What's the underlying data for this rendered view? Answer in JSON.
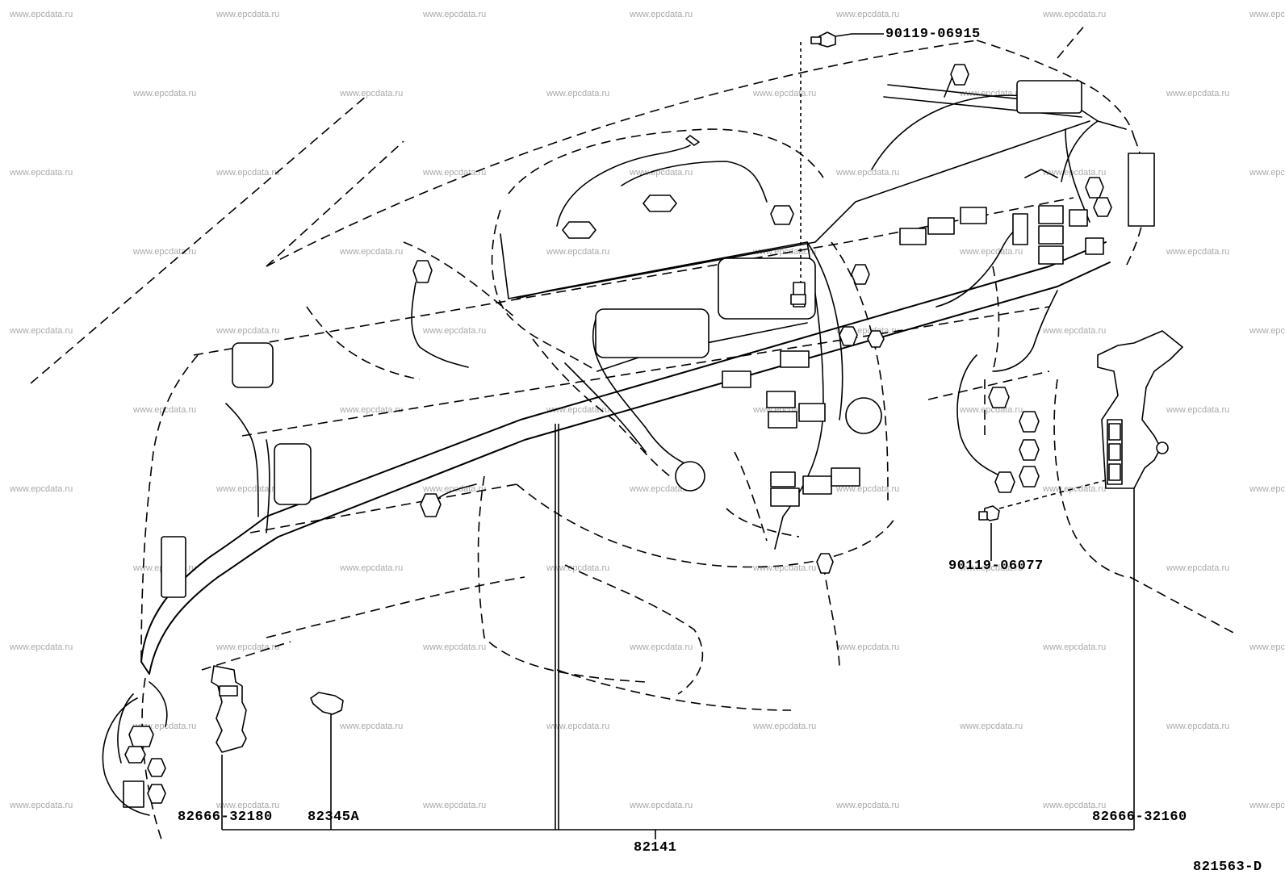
{
  "diagram": {
    "figure_id": "821563-D",
    "watermark_text": "www.epcdata.ru",
    "part_labels": {
      "bolt_top": "90119-06915",
      "bolt_right": "90119-06077",
      "bracket_left": "82666-32180",
      "clip": "82345A",
      "harness": "82141",
      "bracket_right": "82666-32160"
    }
  }
}
